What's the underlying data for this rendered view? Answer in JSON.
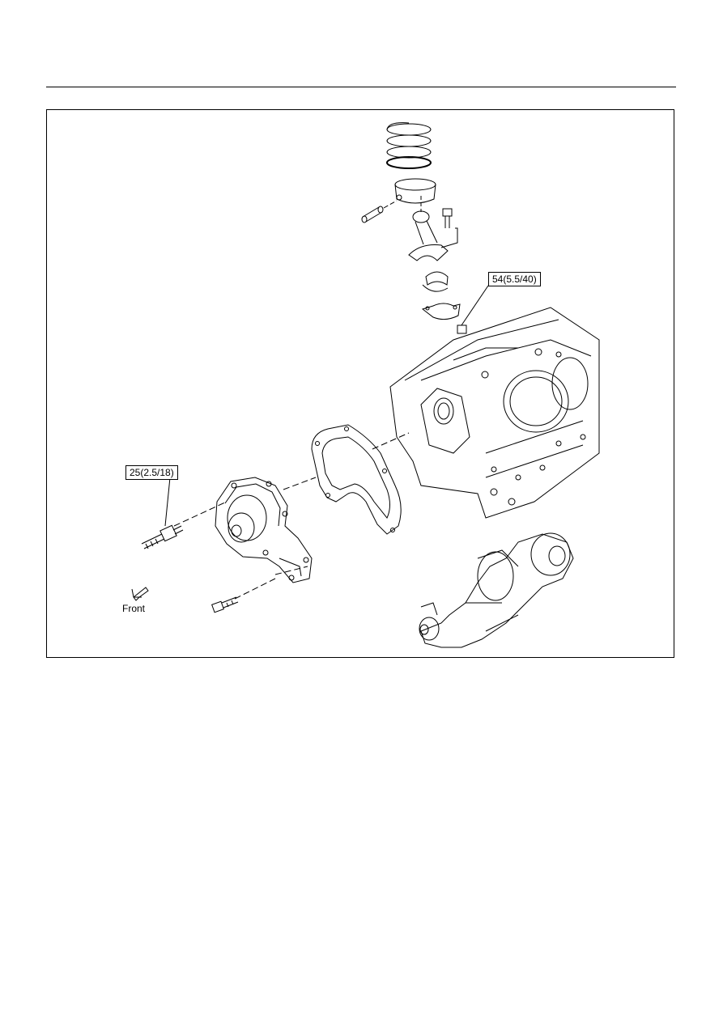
{
  "callouts": {
    "conrod_nut_torque": "54(5.5/40)",
    "water_pump_stud_torque": "25(2.5/18)"
  },
  "orientation": {
    "front_label": "Front",
    "arrow_icon": "front-arrow-icon"
  }
}
